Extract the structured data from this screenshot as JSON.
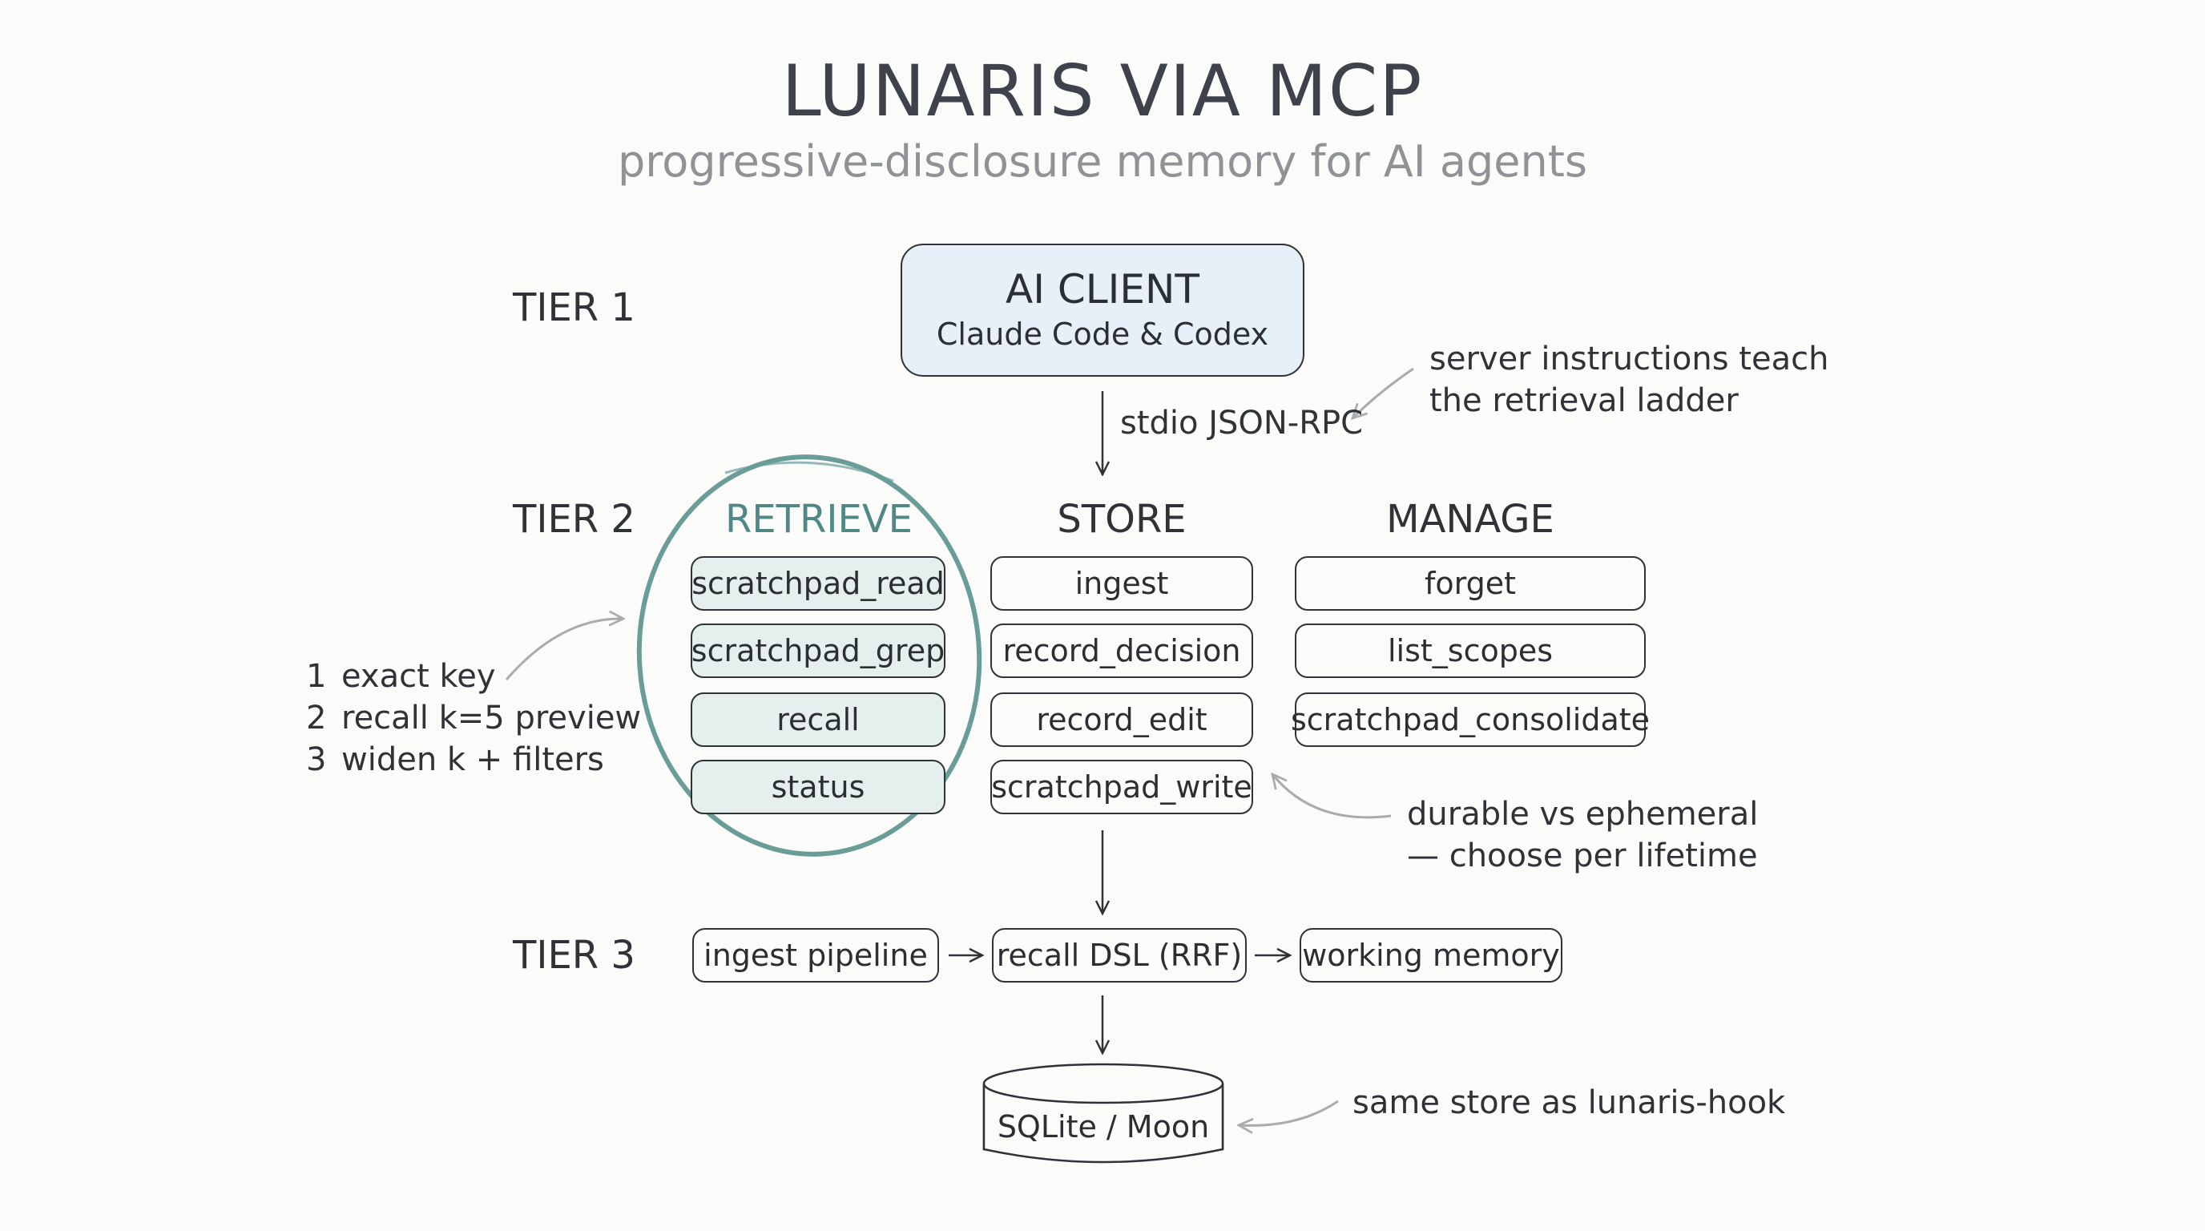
{
  "title": "LUNARIS VIA MCP",
  "subtitle": "progressive-disclosure memory for AI agents",
  "tiers": [
    "TIER 1",
    "TIER 2",
    "TIER 3"
  ],
  "client": {
    "title": "AI CLIENT",
    "subtitle": "Claude Code & Codex"
  },
  "transport_label": "stdio JSON-RPC",
  "instructions_note": [
    "server instructions teach",
    "the retrieval ladder"
  ],
  "columns": {
    "retrieve": {
      "heading": "RETRIEVE",
      "tools": [
        "scratchpad_read",
        "scratchpad_grep",
        "recall",
        "status"
      ]
    },
    "store": {
      "heading": "STORE",
      "tools": [
        "ingest",
        "record_decision",
        "record_edit",
        "scratchpad_write"
      ]
    },
    "manage": {
      "heading": "MANAGE",
      "tools": [
        "forget",
        "list_scopes",
        "scratchpad_consolidate"
      ]
    }
  },
  "retrieval_ladder": [
    {
      "num": "1",
      "text": "exact key"
    },
    {
      "num": "2",
      "text": "recall k=5 preview"
    },
    {
      "num": "3",
      "text": "widen k + filters"
    }
  ],
  "lifetime_note": [
    "durable vs ephemeral",
    "— choose per lifetime"
  ],
  "pipeline": [
    "ingest pipeline",
    "recall DSL (RRF)",
    "working memory"
  ],
  "storage": {
    "label": "SQLite / Moon",
    "note": "same store as lunaris-hook"
  },
  "colors": {
    "retrieve_accent": "#5e9590",
    "retrieve_fill": "#e4efee",
    "client_fill": "#e7eff9",
    "ink": "#2f3236",
    "subtitle": "#8f9296",
    "annotation_arrow": "#a9abad"
  }
}
